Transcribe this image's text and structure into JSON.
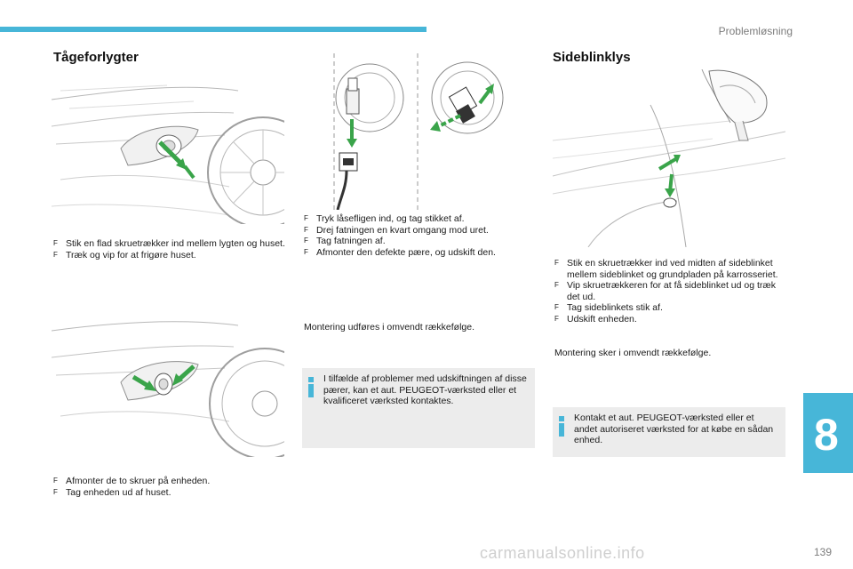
{
  "header": {
    "section_title": "Problemløsning",
    "page_number": "139"
  },
  "col1": {
    "title": "Tågeforlygter",
    "steps_a": [
      "Stik en flad skruetrækker ind mellem lygten og huset.",
      "Træk og vip for at frigøre huset."
    ],
    "steps_b": [
      "Afmonter de to skruer på enheden.",
      "Tag enheden ud af huset."
    ]
  },
  "col2": {
    "steps": [
      "Tryk låsefligen ind, og tag stikket af.",
      "Drej fatningen en kvart omgang mod uret.",
      "Tag fatningen af.",
      "Afmonter den defekte pære, og udskift den."
    ],
    "note": "Montering udføres i omvendt rækkefølge.",
    "info": "I tilfælde af problemer med udskiftningen af disse pærer, kan et aut. PEUGEOT-værksted eller et kvalificeret værksted kontaktes."
  },
  "col3": {
    "title": "Sideblinklys",
    "steps": [
      "Stik en skruetrækker ind ved midten af sideblinket mellem sideblinket og grundpladen på karrosseriet.",
      "Vip skruetrækkeren for at få sideblinket ud og træk det ud.",
      "Tag sideblinkets stik af.",
      "Udskift enheden."
    ],
    "note": "Montering sker i omvendt rækkefølge.",
    "info": "Kontakt et aut. PEUGEOT-værksted eller et andet autoriseret værksted for at købe en sådan enhed."
  },
  "chapter_tab": "8",
  "watermark": "carmanualsonline.info",
  "bullet_marker": "F",
  "icons": [
    "info-icon",
    "green-arrow-icon"
  ],
  "colors": {
    "accent": "#47b6d8",
    "arrow": "#3aa44a",
    "box": "#ececec"
  }
}
